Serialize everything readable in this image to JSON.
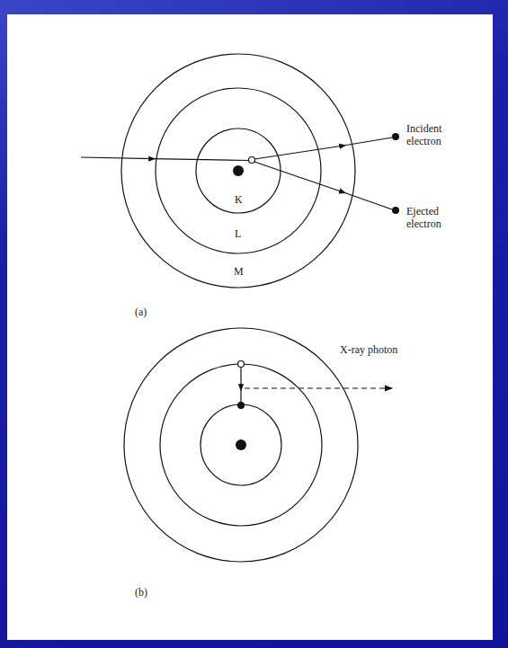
{
  "diagram": {
    "labels": [
      "Incident electron",
      "Ejected electron",
      "K",
      "L",
      "M",
      "(a)",
      "X-ray photon",
      "(b)"
    ]
  }
}
